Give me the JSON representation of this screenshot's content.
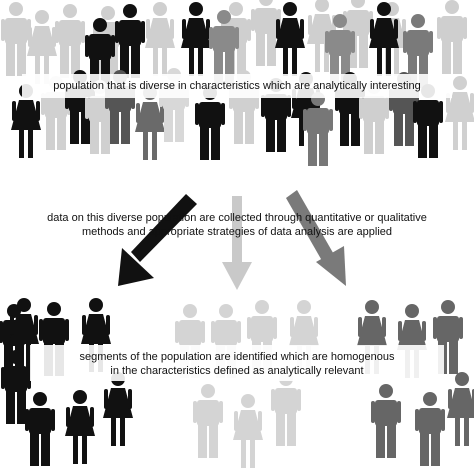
{
  "captions": {
    "top": "population that is diverse in characteristics which are analytically interesting",
    "middle_line1": "data on this diverse population are collected through quantitative or qualitative",
    "middle_line2": "methods and appropriate strategies of data analysis are applied",
    "bottom_line1": "segments of the population are identified which are homogenous",
    "bottom_line2": "in the characteristics defined as analytically relevant"
  },
  "colors": {
    "black": "#111111",
    "dark_gray": "#555555",
    "mid_gray": "#7a7a7a",
    "light_gray": "#c4c4c4",
    "lighter_gray": "#d8d8d8"
  },
  "icons": [
    "person-male-icon",
    "person-female-icon",
    "arrow-down-icon"
  ]
}
